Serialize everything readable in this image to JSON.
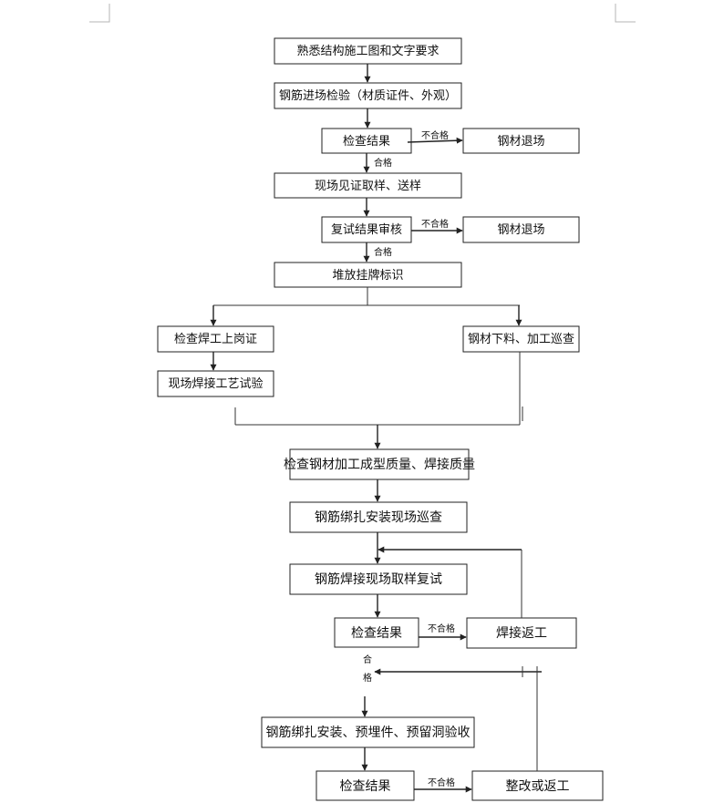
{
  "steps": {
    "s1": "熟悉结构施工图和文字要求",
    "s2": "钢筋进场检验（材质证件、外观）",
    "s3": "检查结果",
    "s4": "钢材退场",
    "s5": "现场见证取样、送样",
    "s6": "复试结果审核",
    "s7": "钢材退场",
    "s8": "堆放挂牌标识",
    "s9": "检查焊工上岗证",
    "s10": "钢材下料、加工巡查",
    "s11": "现场焊接工艺试验",
    "s12": "检查钢材加工成型质量、焊接质量",
    "s13": "钢筋绑扎安装现场巡查",
    "s14": "钢筋焊接现场取样复试",
    "s15": "检查结果",
    "s16": "焊接返工",
    "s17": "钢筋绑扎安装、预埋件、预留洞验收",
    "s18": "检查结果",
    "s19": "整改或返工"
  },
  "tags": {
    "fail1": "不合格",
    "pass1": "合格",
    "fail2": "不合格",
    "pass2": "合格",
    "fail3": "不合格",
    "pass3a": "合",
    "pass3b": "格",
    "fail4": "不合格"
  },
  "colors": {
    "line": "#222222",
    "box_border": "#222222",
    "page_corner": "#b5b5b5"
  }
}
